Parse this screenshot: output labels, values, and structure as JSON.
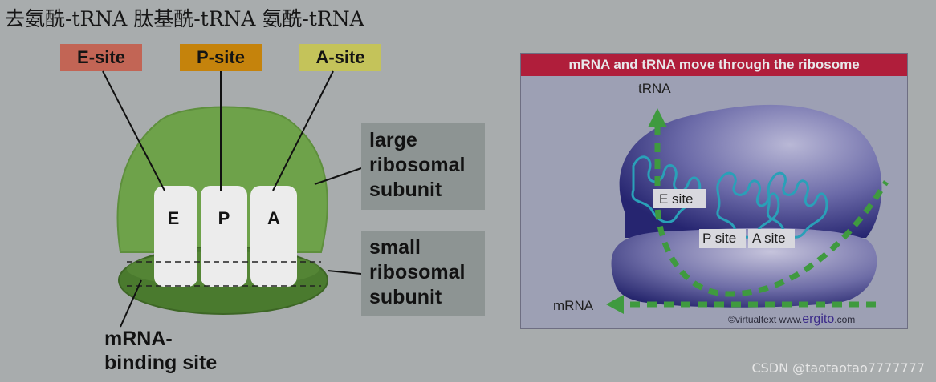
{
  "cn_title": "去氨酰-tRNA 肽基酰-tRNA 氨酰-tRNA",
  "colors": {
    "e_site": "#c26555",
    "p_site": "#c5830c",
    "a_site": "#c4c35a",
    "large_subunit": "#6ea24a",
    "small_subunit": "#4a7a2e",
    "panel_header": "#b01e3b",
    "ribosome": "#3b3a8c",
    "arrow": "#3f9a3f",
    "trna": "#2aa0b8"
  },
  "site_tags": {
    "e": "E-site",
    "p": "P-site",
    "a": "A-site"
  },
  "pockets": {
    "e": "E",
    "p": "P",
    "a": "A"
  },
  "large_subunit_label": [
    "large",
    "ribosomal",
    "subunit"
  ],
  "small_subunit_label": [
    "small",
    "ribosomal",
    "subunit"
  ],
  "binding_label": [
    "mRNA-",
    "binding site"
  ],
  "panel": {
    "title": "mRNA and tRNA move through the ribosome",
    "trna_label": "tRNA",
    "mrna_label": "mRNA",
    "e_site": "E site",
    "p_site": "P site",
    "a_site": "A site",
    "credit_prefix": "©virtualtext  www.",
    "credit_brand": "ergito",
    "credit_suffix": ".com"
  },
  "watermark": "CSDN @taotaotao7777777"
}
